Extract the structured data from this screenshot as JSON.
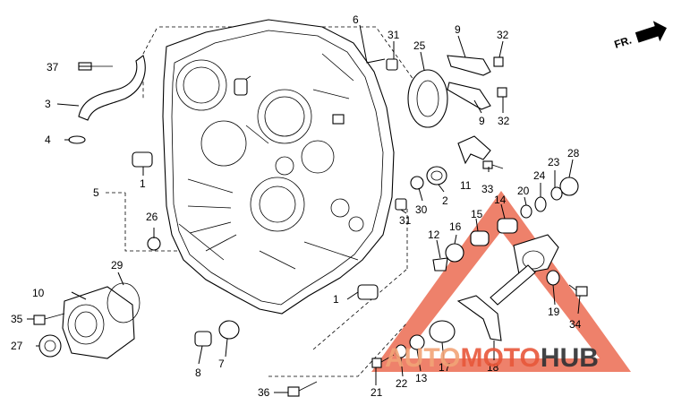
{
  "direction_label": "FR.",
  "watermark": {
    "left": "AUTO",
    "mid": "MOTO",
    "right": "HUB",
    "color_left": "#f2a477",
    "color_mid": "#e8573a",
    "color_right": "#2f3033",
    "tri_color": "#e8573a"
  },
  "callouts": [
    {
      "id": "p6",
      "text": "6"
    },
    {
      "id": "p31a",
      "text": "31"
    },
    {
      "id": "p25",
      "text": "25"
    },
    {
      "id": "p9a",
      "text": "9"
    },
    {
      "id": "p32a",
      "text": "32"
    },
    {
      "id": "p37",
      "text": "37"
    },
    {
      "id": "p3",
      "text": "3"
    },
    {
      "id": "p9b",
      "text": "9"
    },
    {
      "id": "p32b",
      "text": "32"
    },
    {
      "id": "p4",
      "text": "4"
    },
    {
      "id": "p1a",
      "text": "1"
    },
    {
      "id": "p5",
      "text": "5"
    },
    {
      "id": "p28",
      "text": "28"
    },
    {
      "id": "p23",
      "text": "23"
    },
    {
      "id": "p24",
      "text": "24"
    },
    {
      "id": "p20",
      "text": "20"
    },
    {
      "id": "p14",
      "text": "14"
    },
    {
      "id": "p11",
      "text": "11"
    },
    {
      "id": "p33",
      "text": "33"
    },
    {
      "id": "p2",
      "text": "2"
    },
    {
      "id": "p30",
      "text": "30"
    },
    {
      "id": "p31b",
      "text": "31"
    },
    {
      "id": "p26",
      "text": "26"
    },
    {
      "id": "p15",
      "text": "15"
    },
    {
      "id": "p16",
      "text": "16"
    },
    {
      "id": "p12",
      "text": "12"
    },
    {
      "id": "p29",
      "text": "29"
    },
    {
      "id": "p10",
      "text": "10"
    },
    {
      "id": "p1b",
      "text": "1"
    },
    {
      "id": "p19",
      "text": "19"
    },
    {
      "id": "p34",
      "text": "34"
    },
    {
      "id": "p35",
      "text": "35"
    },
    {
      "id": "p27",
      "text": "27"
    },
    {
      "id": "p8",
      "text": "8"
    },
    {
      "id": "p7",
      "text": "7"
    },
    {
      "id": "p17",
      "text": "17"
    },
    {
      "id": "p18",
      "text": "18"
    },
    {
      "id": "p13",
      "text": "13"
    },
    {
      "id": "p22",
      "text": "22"
    },
    {
      "id": "p21",
      "text": "21"
    },
    {
      "id": "p36",
      "text": "36"
    }
  ]
}
